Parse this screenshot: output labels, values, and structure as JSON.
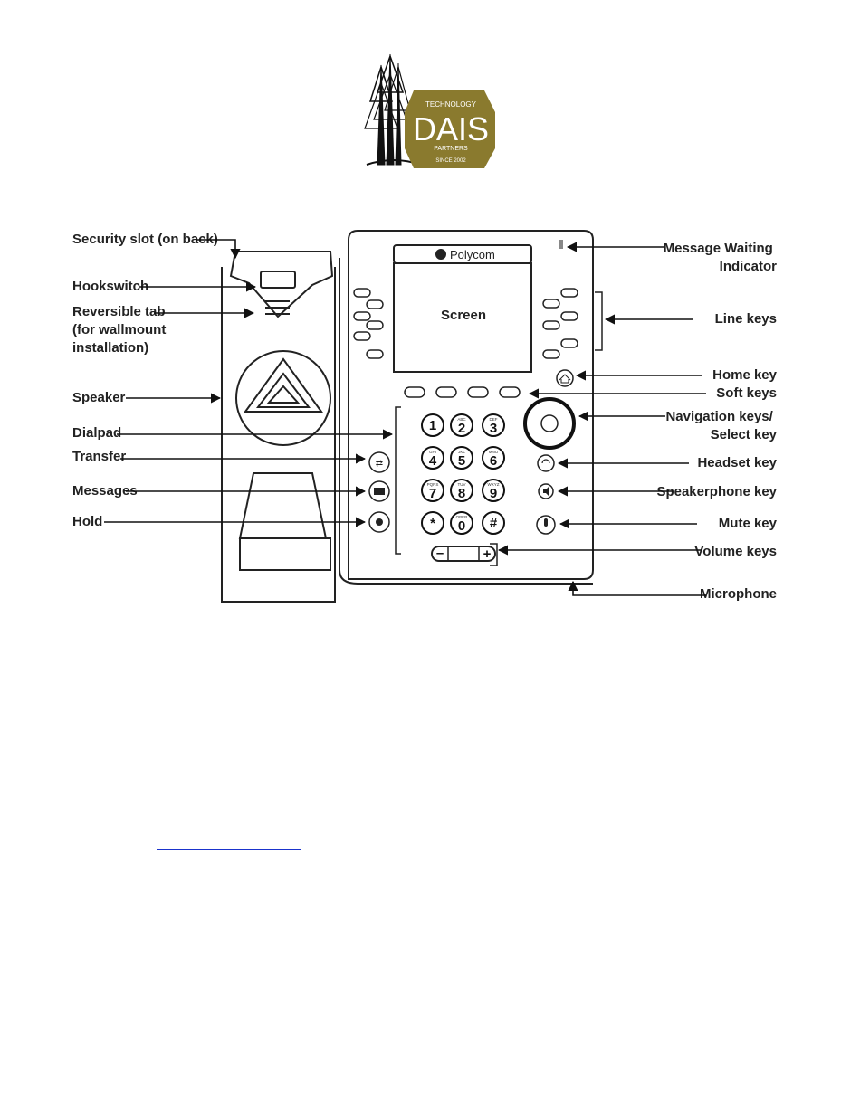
{
  "logo": {
    "top_line": "TECHNOLOGY",
    "name": "DAIS",
    "bottom_line": "PARTNERS",
    "since": "SINCE 2002",
    "brand_color": "#8a7a2e"
  },
  "diagram": {
    "brand": "Polycom",
    "screen_label": "Screen",
    "keypad": [
      {
        "num": "1",
        "sub": ""
      },
      {
        "num": "2",
        "sub": "ABC"
      },
      {
        "num": "3",
        "sub": "DEF"
      },
      {
        "num": "4",
        "sub": "GHI"
      },
      {
        "num": "5",
        "sub": "JKL"
      },
      {
        "num": "6",
        "sub": "MNO"
      },
      {
        "num": "7",
        "sub": "PQRS"
      },
      {
        "num": "8",
        "sub": "TUV"
      },
      {
        "num": "9",
        "sub": "WXYZ"
      },
      {
        "num": "*",
        "sub": ""
      },
      {
        "num": "0",
        "sub": "OPER"
      },
      {
        "num": "#",
        "sub": ""
      }
    ],
    "labels_left": [
      {
        "lines": [
          "Security slot (on back)"
        ]
      },
      {
        "lines": [
          "Hookswitch"
        ]
      },
      {
        "lines": [
          "Reversible tab",
          "(for wallmount",
          "installation)"
        ]
      },
      {
        "lines": [
          "Speaker"
        ]
      },
      {
        "lines": [
          "Dialpad"
        ]
      },
      {
        "lines": [
          "Transfer"
        ]
      },
      {
        "lines": [
          "Messages"
        ]
      },
      {
        "lines": [
          "Hold"
        ]
      }
    ],
    "labels_right": [
      {
        "lines": [
          "Message Waiting",
          "Indicator"
        ]
      },
      {
        "lines": [
          "Line keys"
        ]
      },
      {
        "lines": [
          "Home key"
        ]
      },
      {
        "lines": [
          "Soft keys"
        ]
      },
      {
        "lines": [
          "Navigation keys/",
          "Select key"
        ]
      },
      {
        "lines": [
          "Headset key"
        ]
      },
      {
        "lines": [
          "Speakerphone key"
        ]
      },
      {
        "lines": [
          "Mute key"
        ]
      },
      {
        "lines": [
          "Volume keys"
        ]
      },
      {
        "lines": [
          "Microphone"
        ]
      }
    ]
  }
}
